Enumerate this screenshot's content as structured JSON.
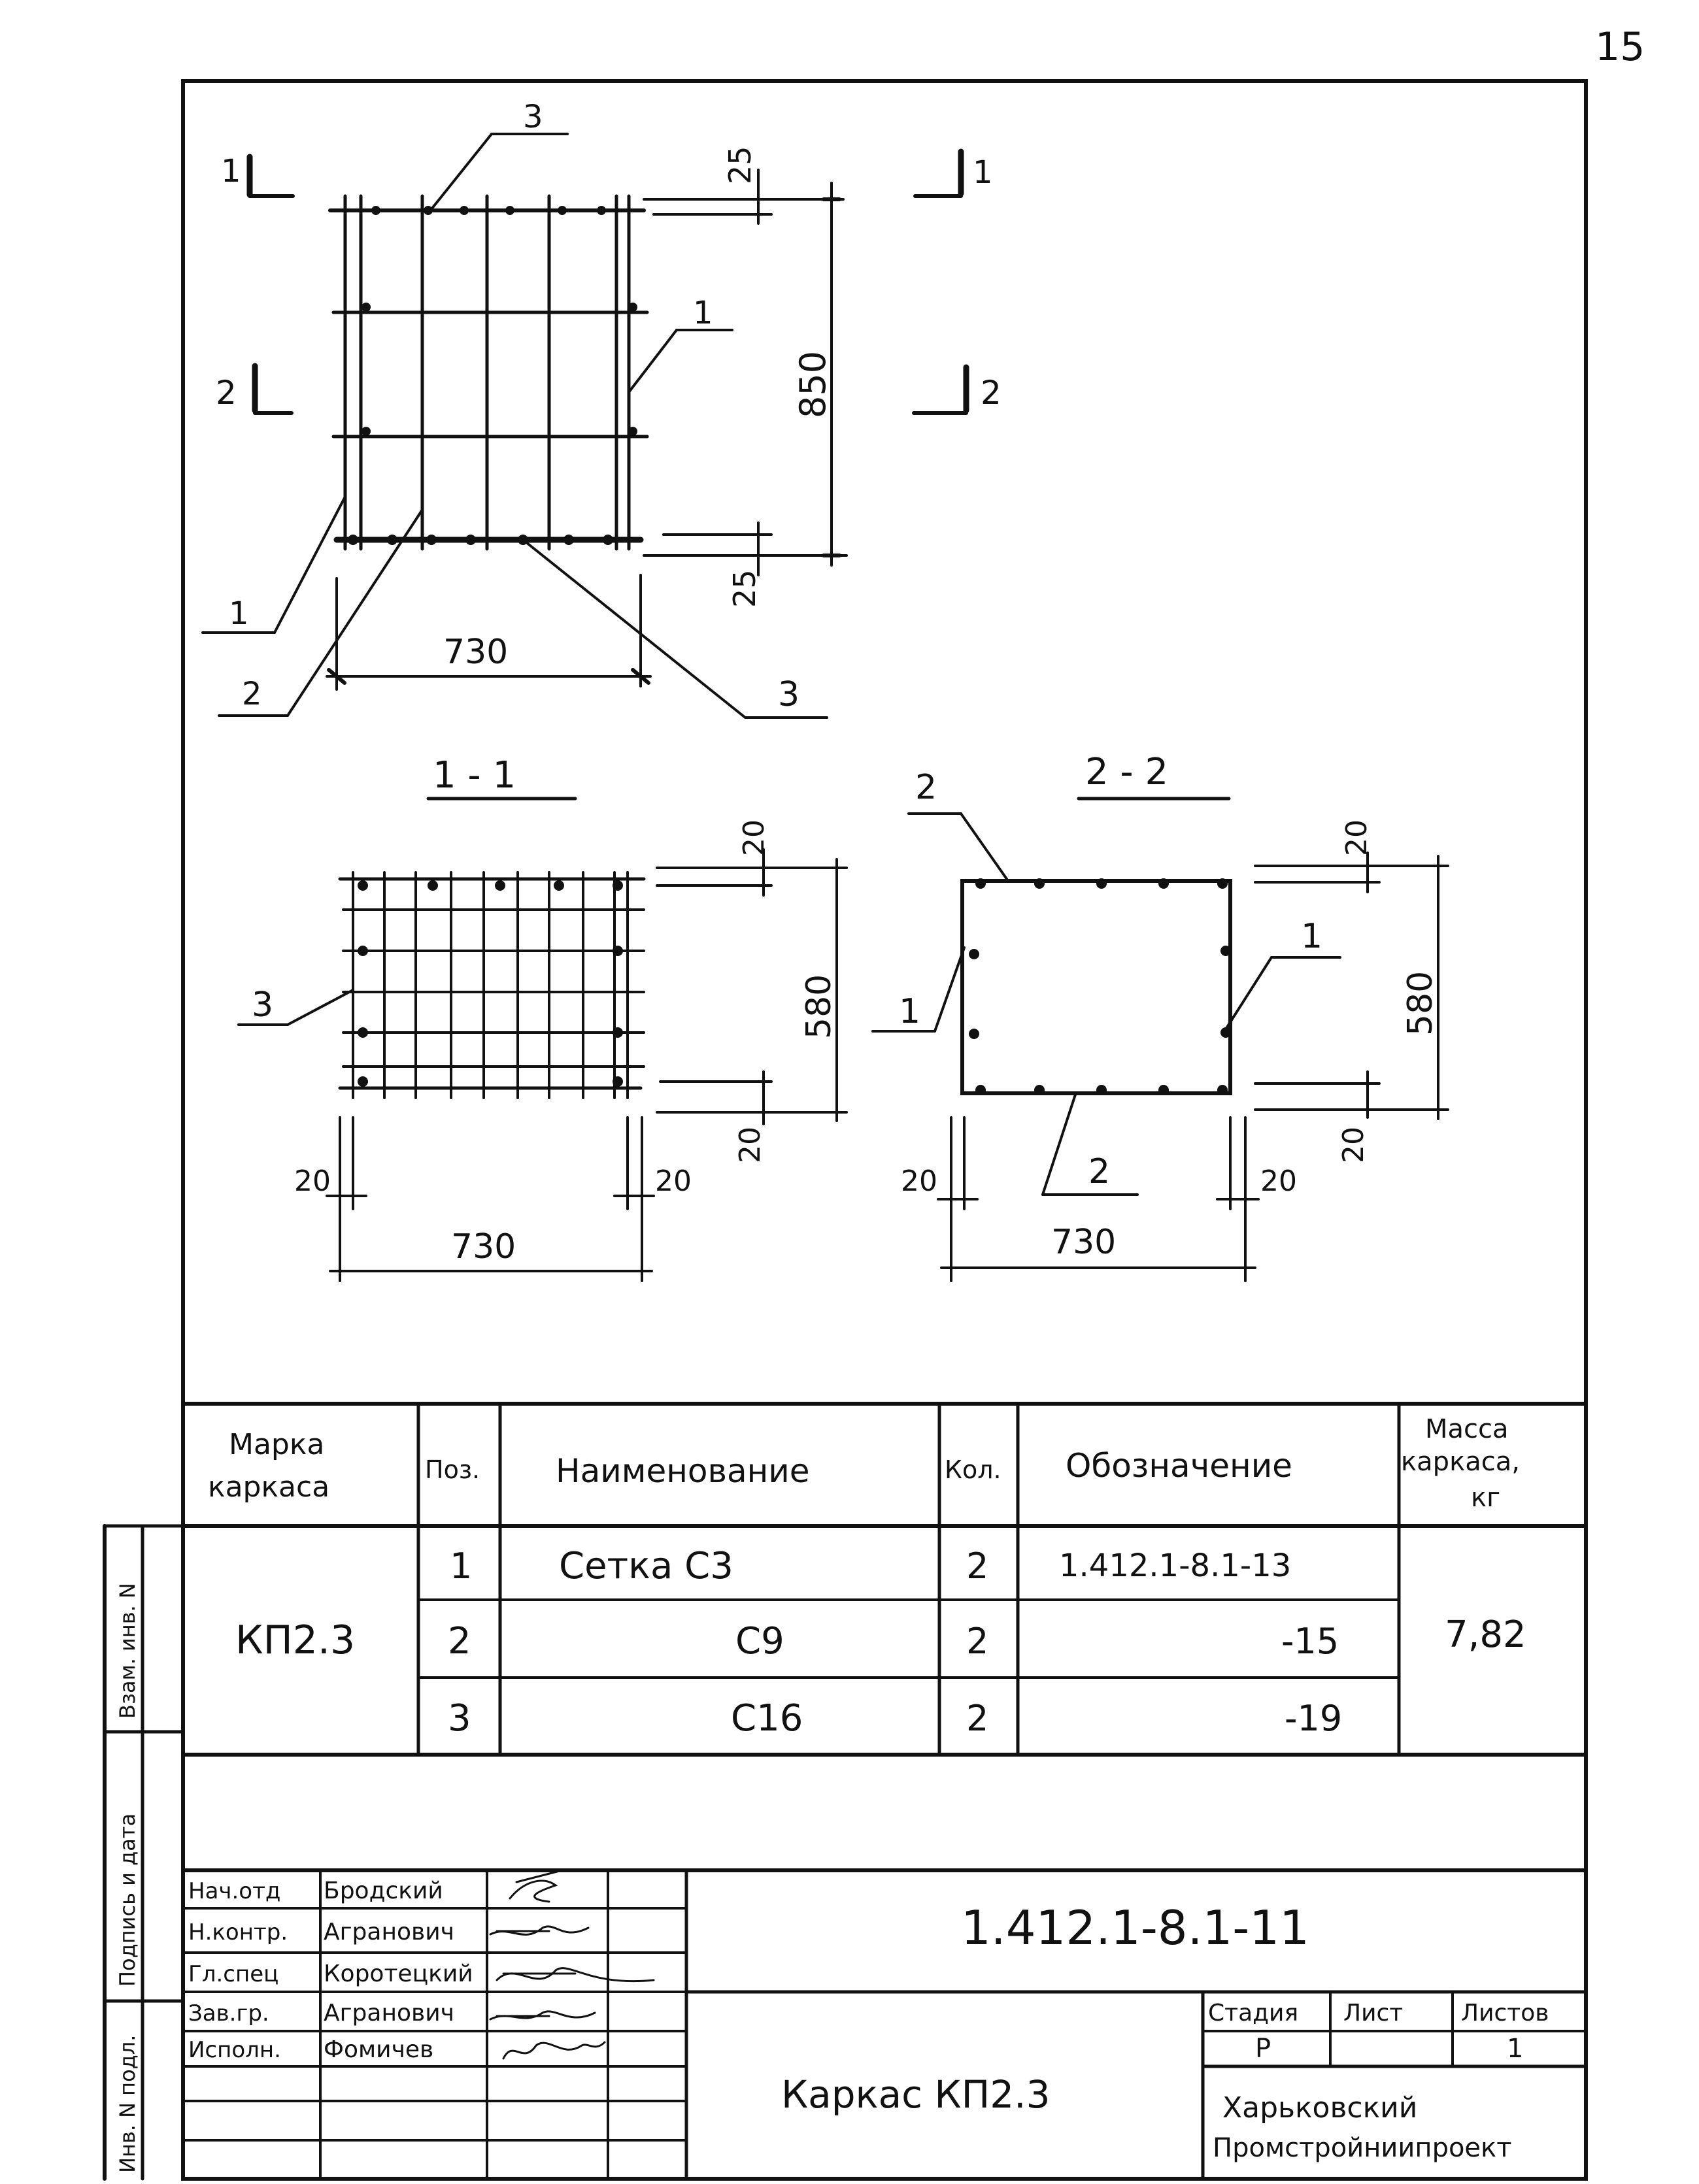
{
  "page_number": "15",
  "plan": {
    "section_marks": [
      "1",
      "1",
      "2",
      "2"
    ],
    "callouts": [
      "3",
      "1",
      "1",
      "2",
      "3"
    ],
    "dims": {
      "top": "25",
      "height": "850",
      "bottom": "25",
      "width": "730"
    }
  },
  "section_1": {
    "title": "1 - 1",
    "callout": "3",
    "dims": {
      "top": "20",
      "height": "580",
      "bottom": "20",
      "left": "20",
      "right": "20",
      "width": "730"
    }
  },
  "section_2": {
    "title": "2 - 2",
    "callouts": [
      "2",
      "1",
      "1",
      "2"
    ],
    "dims": {
      "top": "20",
      "height": "580",
      "bottom": "20",
      "left": "20",
      "right": "20",
      "width": "730"
    }
  },
  "spec_table": {
    "headers": {
      "mark": [
        "Марка",
        "каркаса"
      ],
      "pos": "Поз.",
      "name": "Наименование",
      "qty": "Кол.",
      "code": "Обозначение",
      "mass": [
        "Масса",
        "каркаса,",
        "кг"
      ]
    },
    "mark": "КП2.3",
    "mass": "7,82",
    "rows": [
      {
        "pos": "1",
        "name": "Сетка С3",
        "qty": "2",
        "code": "1.412.1-8.1-13"
      },
      {
        "pos": "2",
        "name": "С9",
        "qty": "2",
        "code": "-15"
      },
      {
        "pos": "3",
        "name": "С16",
        "qty": "2",
        "code": "-19"
      }
    ]
  },
  "side_labels": [
    "Взам. инв. N",
    "Подпись и дата",
    "Инв. N подл."
  ],
  "title_block": {
    "roles": [
      "Нач.отд",
      "Н.контр.",
      "Гл.спец",
      "Зав.гр.",
      "Исполн."
    ],
    "names": [
      "Бродский",
      "Агранович",
      "Коротецкий",
      "Агранович",
      "Фомичев"
    ],
    "doc_code": "1.412.1-8.1-11",
    "title": "Каркас КП2.3",
    "stage_headers": [
      "Стадия",
      "Лист",
      "Листов"
    ],
    "stage": "Р",
    "sheet": "",
    "sheets": "1",
    "org": [
      "Харьковский",
      "Промстройниипроект"
    ]
  },
  "colors": {
    "ink": "#111111",
    "paper": "#ffffff"
  }
}
